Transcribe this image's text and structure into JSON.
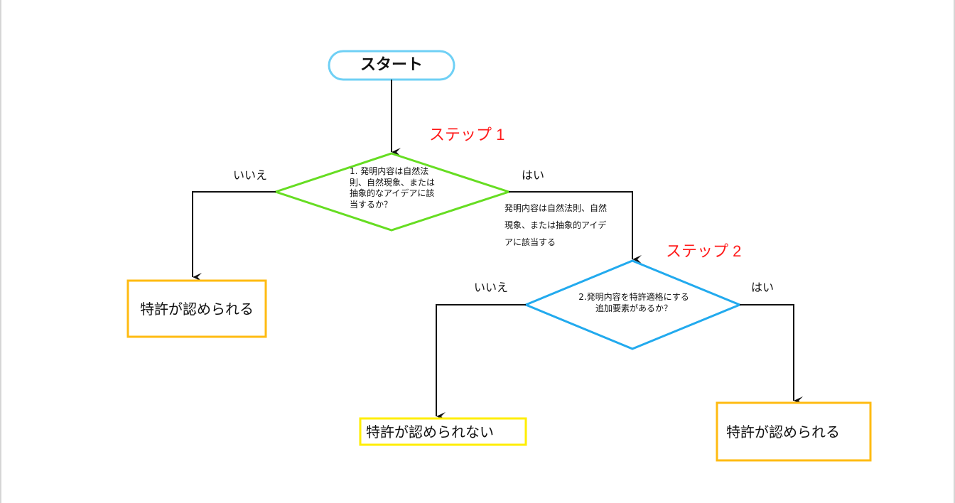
{
  "colors": {
    "start_border": "#6fd0f5",
    "decision1_border": "#66dd22",
    "decision2_border": "#22aaee",
    "result_orange": "#ffbb11",
    "result_yellow": "#ffee00",
    "step_label": "#ff1a1a",
    "connector": "#111111"
  },
  "start": {
    "label": "スタート"
  },
  "steps": [
    {
      "label": "ステップ 1"
    },
    {
      "label": "ステップ 2"
    }
  ],
  "decision1": {
    "text": "1. 発明内容は自然法\n則、自然現象、または\n抽象的なアイデアに該\n当するか？",
    "no_label": "いいえ",
    "yes_label": "はい",
    "yes_note": "発明内容は自然法則、自然\n現象、または抽象的アイデ\nアに該当する"
  },
  "decision2": {
    "text": "2.発明内容を特許適格にする\n追加要素があるか？",
    "no_label": "いいえ",
    "yes_label": "はい"
  },
  "results": [
    {
      "label": "特許が認められる"
    },
    {
      "label": "特許が認められない"
    },
    {
      "label": "特許が認められる"
    }
  ]
}
